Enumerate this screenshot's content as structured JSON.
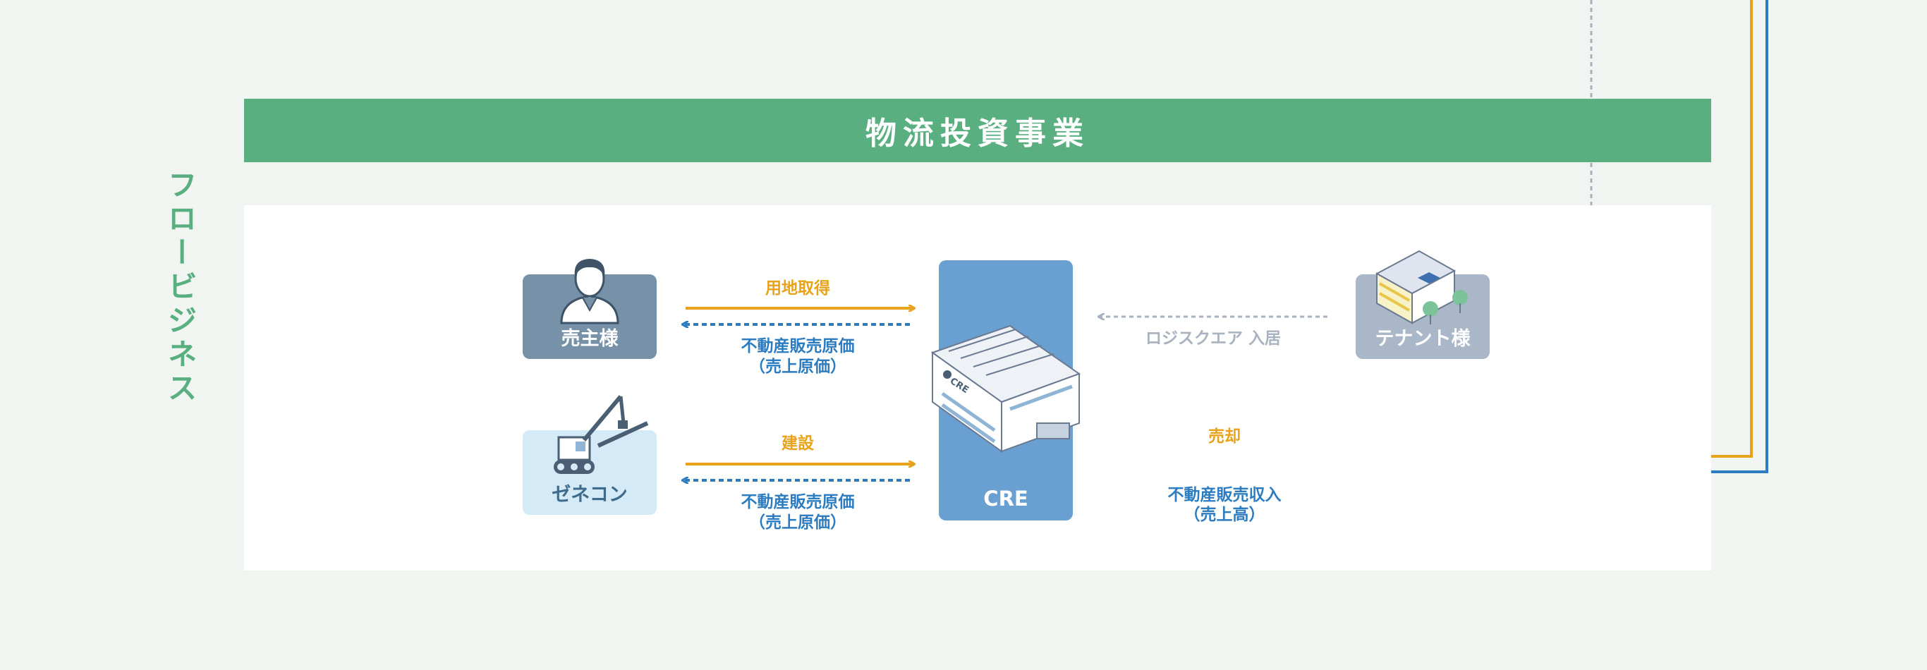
{
  "banner": {
    "title": "物流投資事業"
  },
  "side_label": "フロービジネス",
  "nodes": {
    "seller": "売主様",
    "general_contractor": "ゼネコン",
    "cre": "CRE",
    "cre_building_sign": "CRE",
    "tenant": "テナント様"
  },
  "flows": {
    "land_acquisition": "用地取得",
    "seller_cost_line1": "不動産販売原価",
    "seller_cost_line2": "（売上原価）",
    "construction": "建設",
    "gene_cost_line1": "不動産販売原価",
    "gene_cost_line2": "（売上原価）",
    "tenant_move_in": "ロジスクエア 入居",
    "sale": "売却",
    "sales_revenue_line1": "不動産販売収入",
    "sales_revenue_line2": "（売上高）"
  },
  "colors": {
    "banner_green": "#5aaf80",
    "flow_orange": "#e8a31b",
    "flow_blue": "#2b7cc0",
    "dotted_grey": "#a9b2c0",
    "cre_blue": "#6a9fd2"
  }
}
